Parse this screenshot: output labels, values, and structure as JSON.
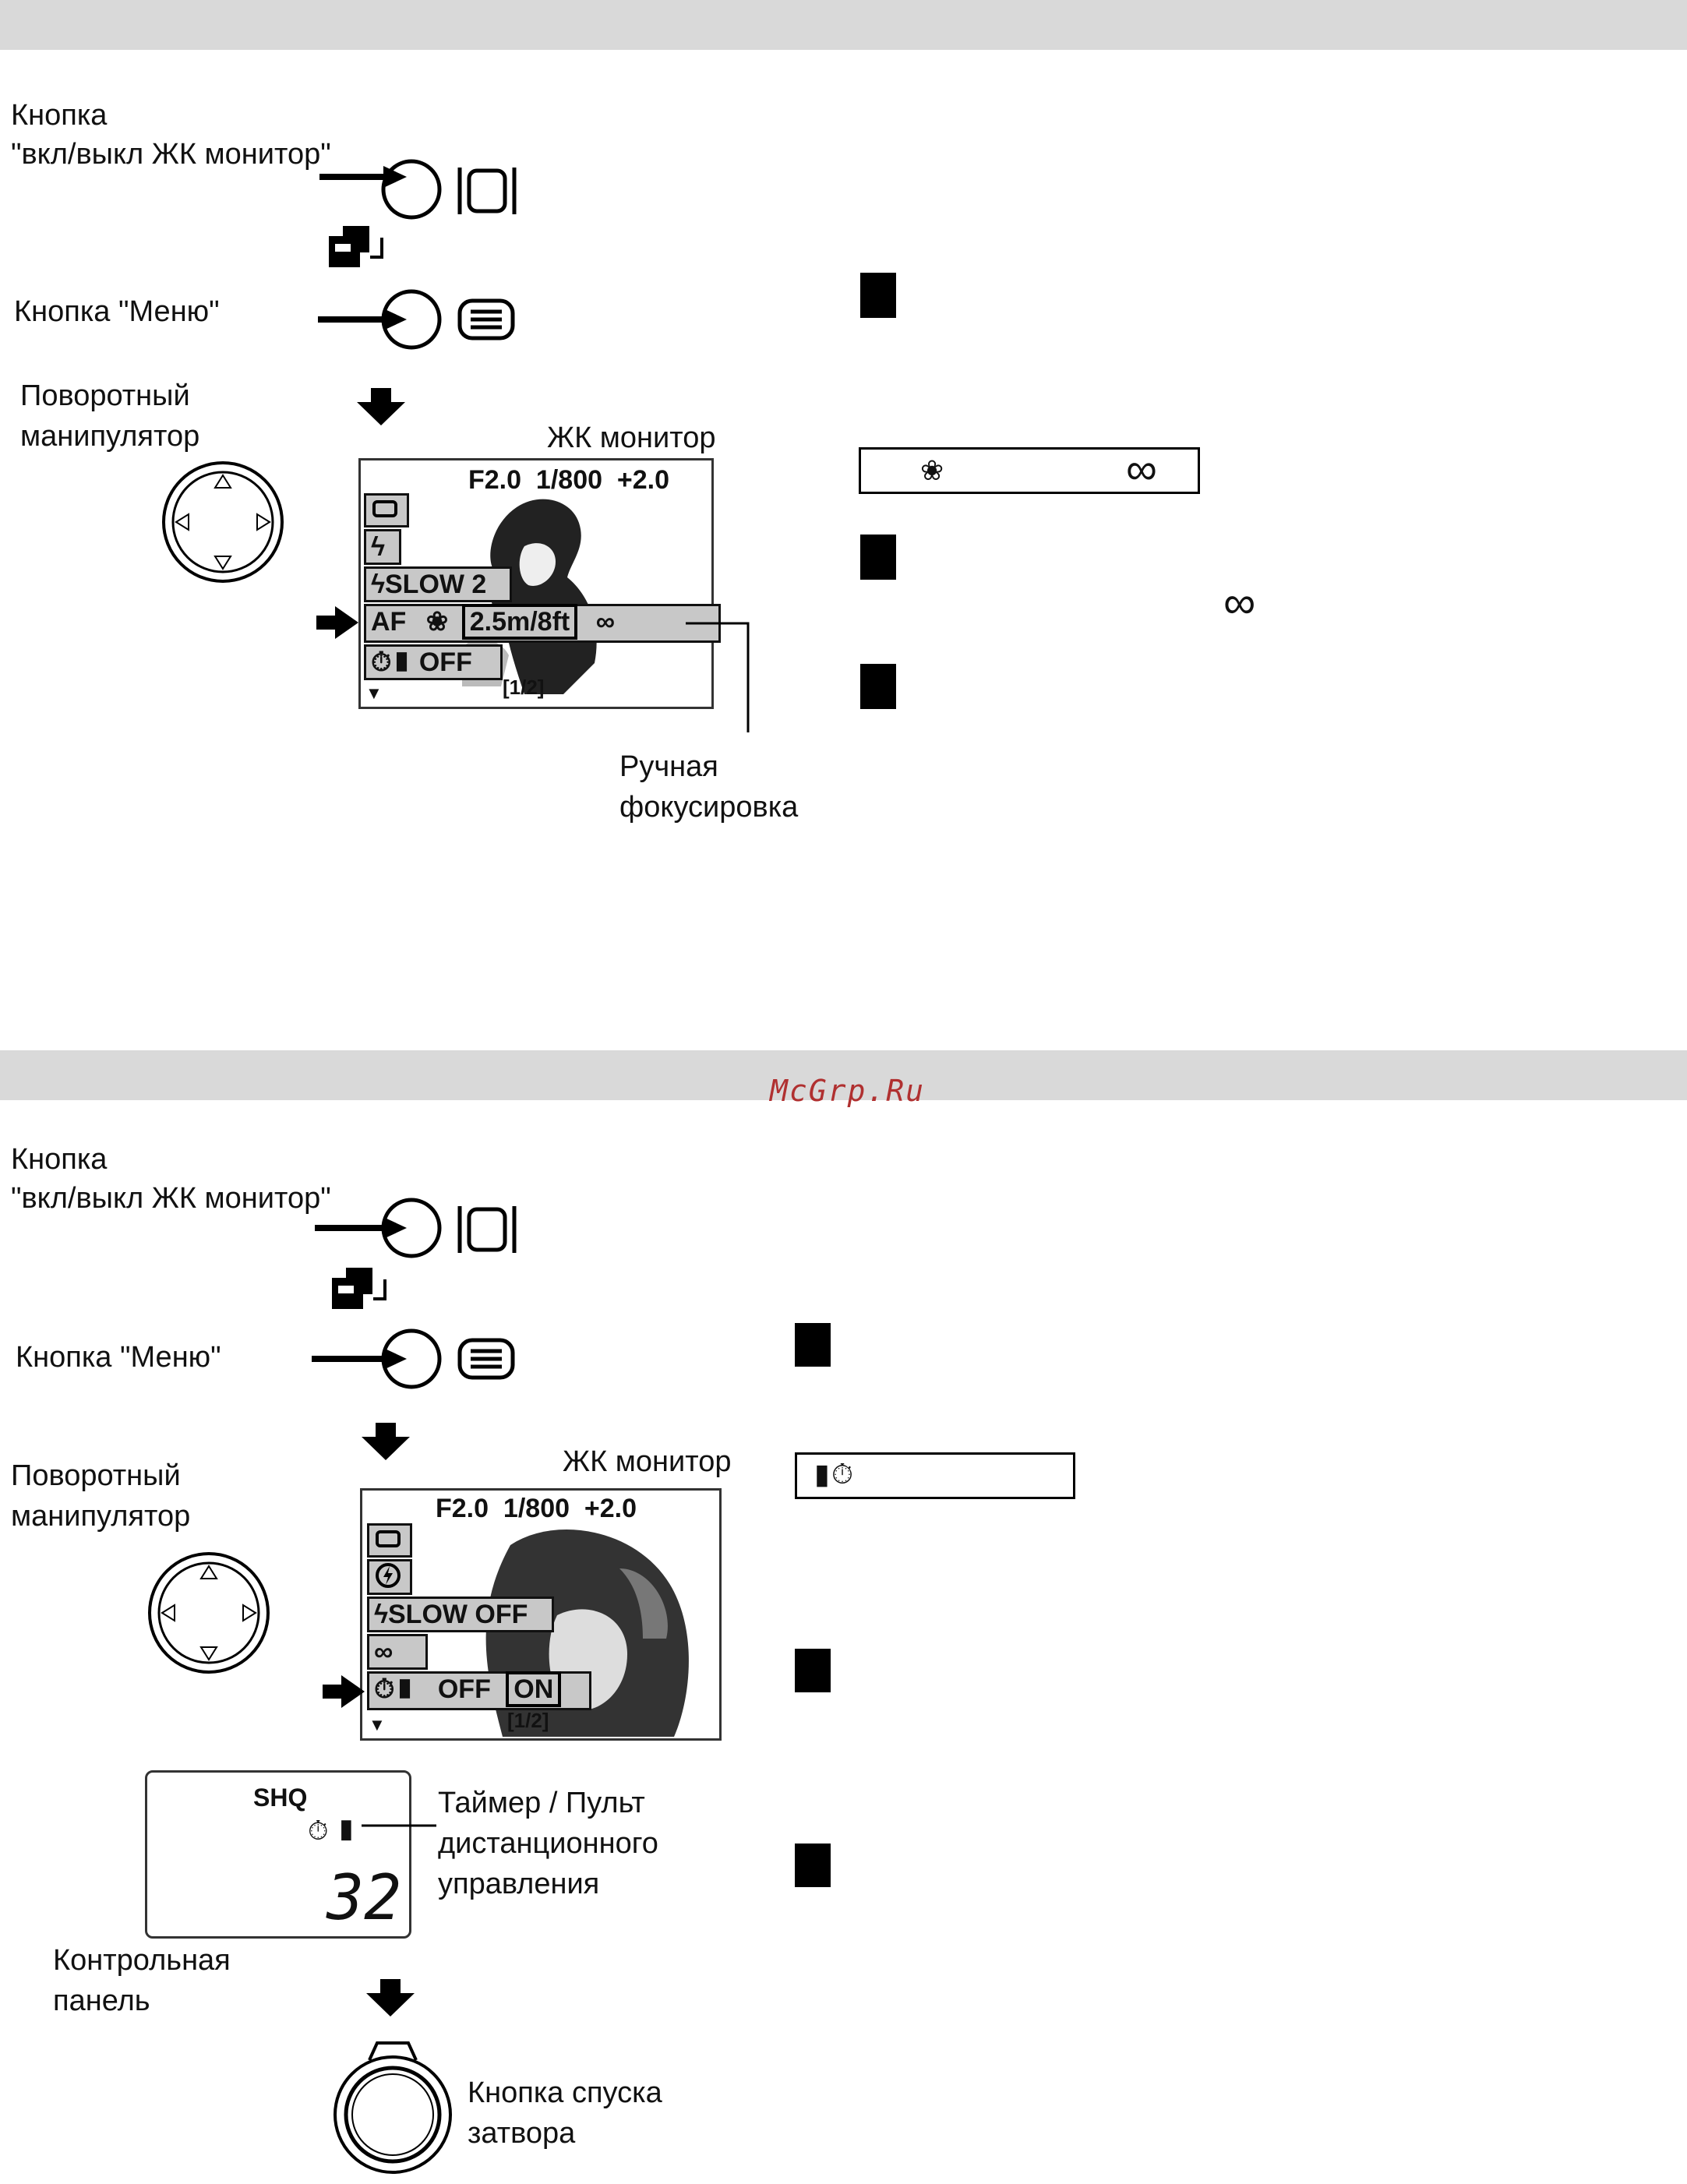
{
  "watermark": "McGrp.Ru",
  "section1": {
    "lcd_button_label_line1": "Кнопка",
    "lcd_button_label_line2": "\"вкл/выкл ЖК монитор\"",
    "menu_button_label": "Кнопка \"Меню\"",
    "dial_label_line1": "Поворотный",
    "dial_label_line2": "манипулятор",
    "monitor_label": "ЖК монитор",
    "lcd_header": "F2.0  1/800  +2.0",
    "menu_rows": [
      "SLOW 2",
      "AF",
      "2.5m/8ft",
      "∞",
      "OFF"
    ],
    "page_indicator": "[1/2]",
    "manual_focus_line1": "Ручная",
    "manual_focus_line2": "фокусировка",
    "infinity_symbol": "∞"
  },
  "section2": {
    "lcd_button_label_line1": "Кнопка",
    "lcd_button_label_line2": "\"вкл/выкл ЖК монитор\"",
    "menu_button_label": "Кнопка \"Меню\"",
    "dial_label_line1": "Поворотный",
    "dial_label_line2": "манипулятор",
    "monitor_label": "ЖК монитор",
    "lcd_header": "F2.0  1/800  +2.0",
    "menu_rows": [
      "SLOW OFF",
      "∞",
      "OFF",
      "ON"
    ],
    "page_indicator": "[1/2]",
    "control_panel_mode": "SHQ",
    "control_panel_count": "32",
    "timer_label_line1": "Таймер / Пульт",
    "timer_label_line2": "дистанционного",
    "timer_label_line3": "управления",
    "control_panel_label_line1": "Контрольная",
    "control_panel_label_line2": "панель",
    "shutter_label_line1": "Кнопка спуска",
    "shutter_label_line2": "затвора"
  }
}
